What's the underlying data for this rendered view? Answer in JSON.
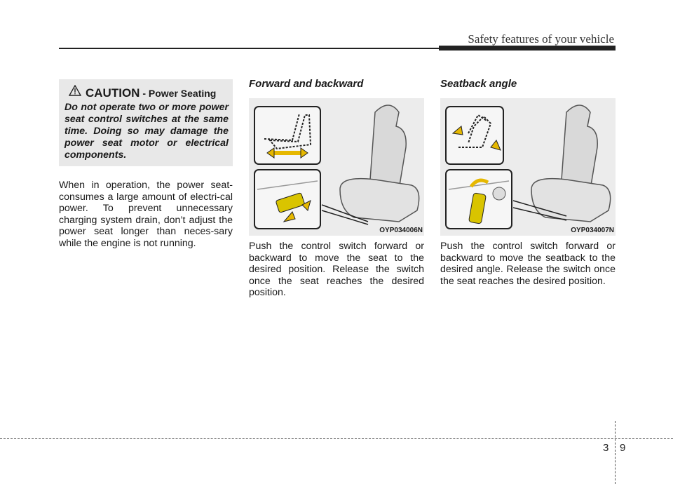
{
  "header": {
    "title": "Safety features of your vehicle"
  },
  "caution": {
    "word": "CAUTION",
    "subtitle": " - Power Seating",
    "body": "Do not operate two or more power seat control switches at the same time. Doing so may damage the power seat motor or electrical components."
  },
  "col1": {
    "paragraph": "When in operation, the power seat-consumes a large amount of electri-cal power. To prevent unnecessary charging system drain, don’t adjust the power seat longer than neces-sary while the engine is not running."
  },
  "section_forward": {
    "heading": "Forward and backward",
    "figure_code": "OYP034006N",
    "paragraph": "Push the control switch forward or backward to move the seat to the desired position. Release the switch once the seat reaches the desired position."
  },
  "section_seatback": {
    "heading": "Seatback angle",
    "figure_code": "OYP034007N",
    "paragraph": "Push the control switch forward or backward to move the seatback to the desired angle. Release the switch once the seat reaches the desired position."
  },
  "footer": {
    "chapter": "3",
    "page": "9"
  }
}
